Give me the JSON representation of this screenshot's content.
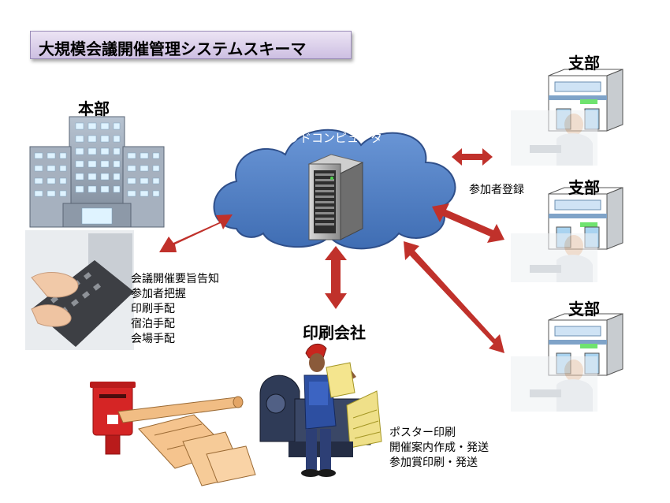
{
  "title": "大規模会議開催管理システムスキーマ",
  "cloud_label": "クラウドコンピュータ",
  "headquarters": {
    "label": "本部",
    "tasks": [
      "会議開催要旨告知",
      "参加者把握",
      "印刷手配",
      "宿泊手配",
      "会場手配"
    ]
  },
  "branches": [
    "支部",
    "支部",
    "支部"
  ],
  "branch_note": "参加者登録",
  "printer": {
    "label": "印刷会社",
    "tasks": [
      "ポスター印刷",
      "開催案内作成・発送",
      "参加賞印刷・発送"
    ]
  },
  "colors": {
    "arrow": "#c0312b",
    "cloud": "#4f7ec4",
    "title_bg": "#d9cfe9"
  }
}
